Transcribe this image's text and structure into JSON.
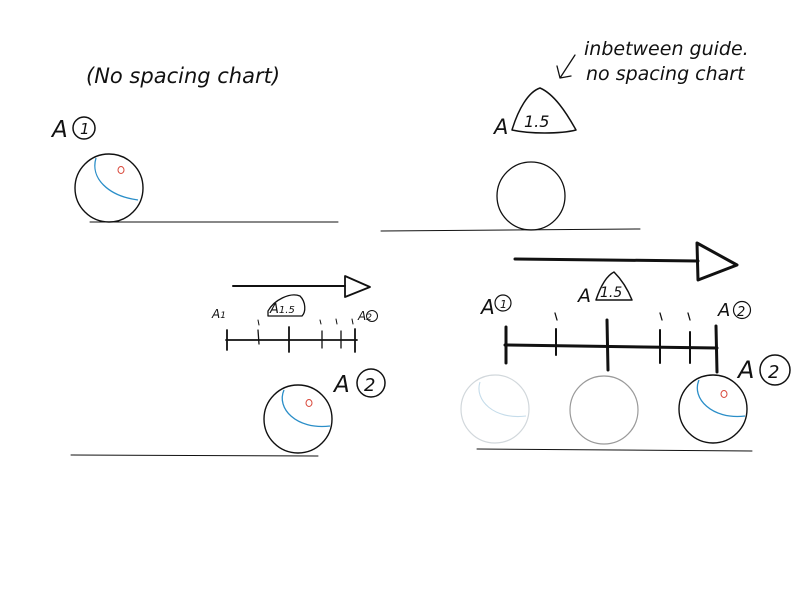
{
  "notes": {
    "no_spacing_chart": "(No spacing chart)",
    "inbetween_guide_line1": "inbetween guide.",
    "inbetween_guide_line2": "no spacing chart"
  },
  "labels": {
    "key_prefix": "A",
    "key1_number": "1",
    "key2_number": "2",
    "breakdown_number": "1.5"
  },
  "colors": {
    "ink": "#111111",
    "arc_blue": "#2a8ec8",
    "dot_red": "#d9483b",
    "ghost_blue": "#c5dcea",
    "ghost_gray": "#9a9a9a"
  }
}
